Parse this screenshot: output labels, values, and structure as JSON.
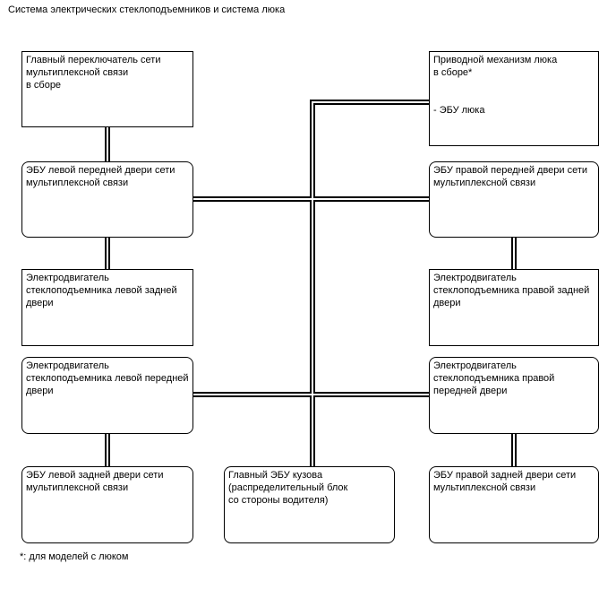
{
  "title": "Система электрических стеклоподъемников и система люка",
  "footnote": "*: для моделей с люком",
  "boxes": {
    "main_switch": "Главный переключатель сети\nмультиплексной связи\nв сборе",
    "sunroof": "Приводной механизм люка\nв сборе*\n\n\n- ЭБУ люка",
    "fl_door_ecu": "ЭБУ левой передней двери сети\nмультиплексной связи",
    "fr_door_ecu": "ЭБУ правой передней двери сети\nмультиплексной связи",
    "rl_motor": "Электродвигатель\nстеклоподъемника левой задней\nдвери",
    "rr_motor": "Электродвигатель\nстеклоподъемника правой задней\nдвери",
    "fl_motor": "Электродвигатель\nстеклоподъемника левой передней\nдвери",
    "fr_motor": "Электродвигатель\nстеклоподъемника правой\nпередней двери",
    "rl_door_ecu": "ЭБУ левой задней двери сети\nмультиплексной связи",
    "main_body_ecu": "Главный ЭБУ кузова\n(распределительный блок\nсо стороны водителя)",
    "rr_door_ecu": "ЭБУ правой задней двери сети\nмультиплексной связи"
  }
}
